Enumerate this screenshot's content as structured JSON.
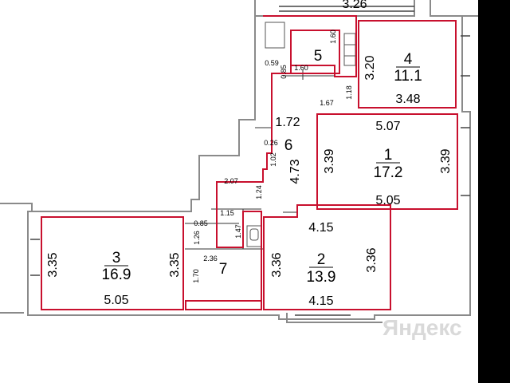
{
  "top_label": "3.26",
  "rooms": {
    "r1": {
      "number": "1",
      "area": "17.2",
      "w_top": "5.07",
      "w_bottom": "5.05",
      "h_left": "3.39",
      "h_right": "3.39"
    },
    "r2": {
      "number": "2",
      "area": "13.9",
      "w_top": "4.15",
      "w_bottom": "4.15",
      "h_left": "3.36",
      "h_right": "3.36"
    },
    "r3": {
      "number": "3",
      "area": "16.9",
      "w_bottom": "5.05",
      "h_left": "3.35",
      "h_right": "3.35"
    },
    "r4": {
      "number": "4",
      "area": "11.1",
      "w_bottom": "3.48",
      "h_left": "3.20"
    },
    "r5": {
      "number": "5",
      "w": "1.60",
      "h": "1.60"
    },
    "r6": {
      "number": "6",
      "w": "1.72",
      "h": "4.73"
    },
    "r7": {
      "number": "7",
      "w": "2.36",
      "h": "1.70"
    }
  },
  "small_dims": {
    "d059": "0.59",
    "d085a": "0.85",
    "d167": "1.67",
    "d118": "1.18",
    "d026": "0.26",
    "d102": "1.02",
    "d207": "2.07",
    "d124": "1.24",
    "d115": "1.15",
    "d147": "1.47",
    "d085b": "0.85",
    "d126": "1.26"
  },
  "watermark": "Яндекс"
}
